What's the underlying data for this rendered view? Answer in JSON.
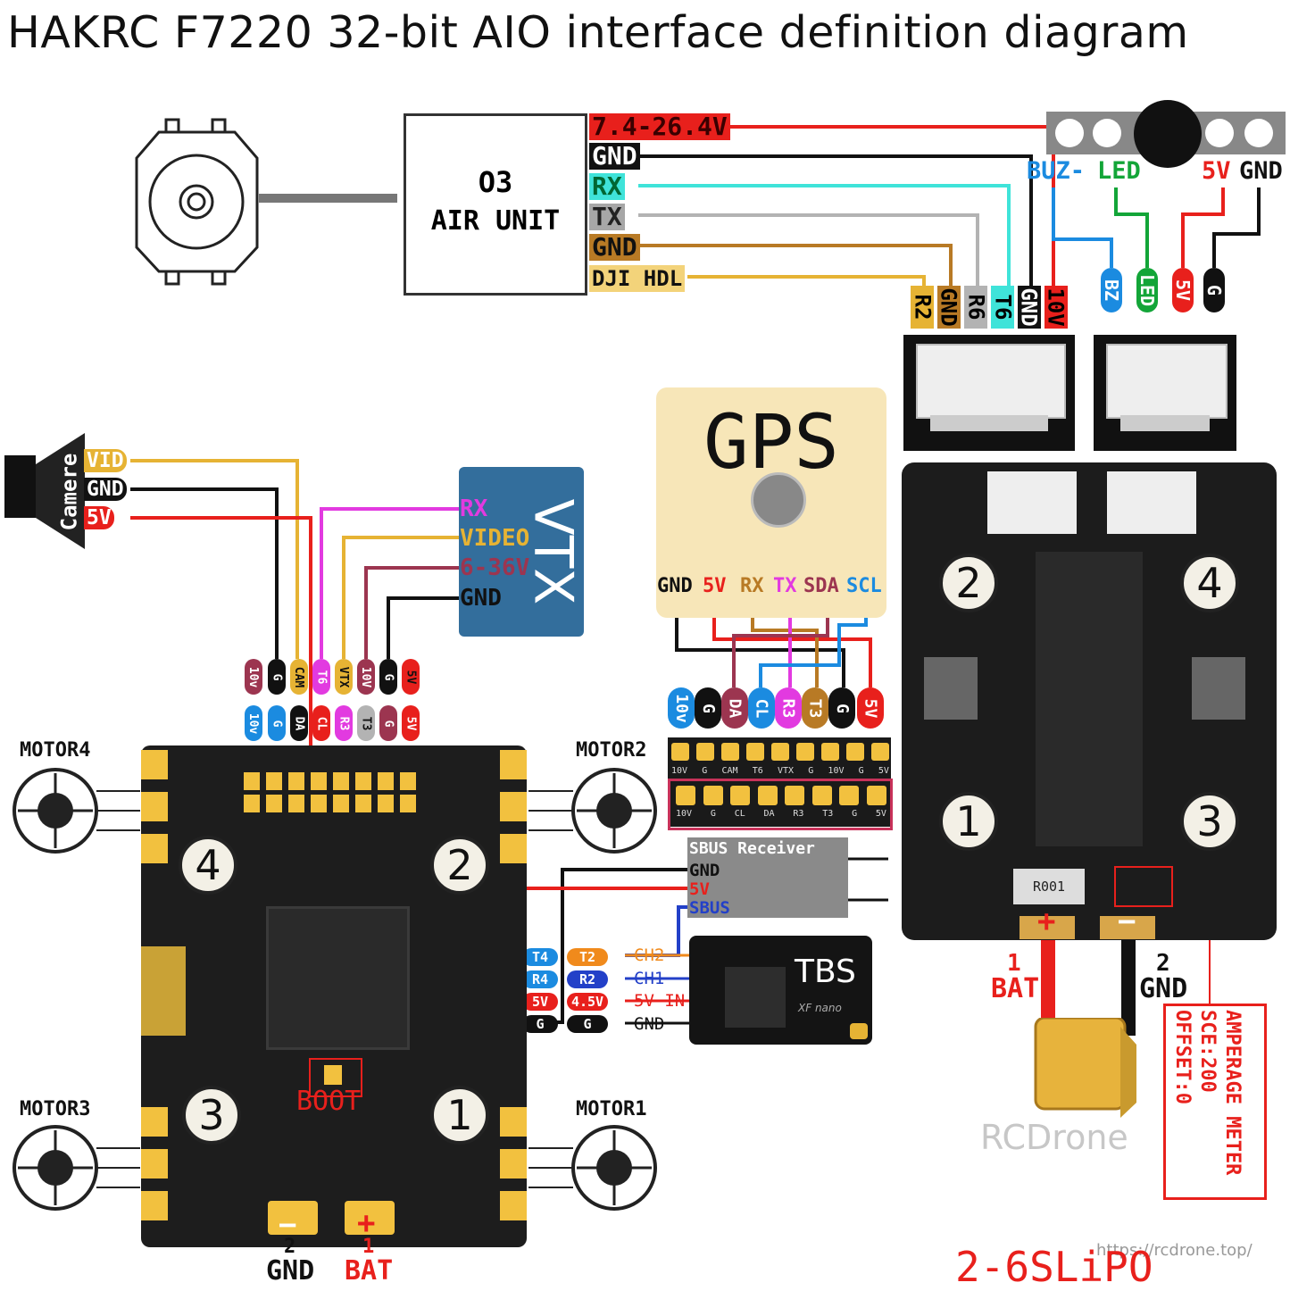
{
  "title": "HAKRC F7220 32-bit AIO interface definition diagram",
  "air_unit": {
    "line1": "O3",
    "line2": "AIR UNIT"
  },
  "air_unit_wires": [
    "7.4-26.4V",
    "GND",
    "RX",
    "TX",
    "GND",
    "DJI HDL"
  ],
  "top_connector_pins": [
    "R2",
    "GND",
    "R6",
    "T6",
    "GND",
    "10V"
  ],
  "buzzer_labels": {
    "buz": "BUZ-",
    "led": "LED",
    "v5": "5V",
    "gnd": "GND"
  },
  "buzzer_connector_pins": [
    "BZ",
    "LED",
    "5V",
    "G"
  ],
  "camera": {
    "label": "Camere",
    "wires": [
      "VID",
      "GND",
      "5V"
    ]
  },
  "vtx": {
    "label": "VTX",
    "wires": [
      "RX",
      "VIDEO",
      "6-36V",
      "GND"
    ]
  },
  "fc_top_pads_row1": [
    "10v",
    "G",
    "CAM",
    "T6",
    "VTX",
    "10V",
    "G",
    "5V"
  ],
  "fc_top_pads_row2": [
    "10v",
    "G",
    "DA",
    "CL",
    "R3",
    "T3",
    "G",
    "5V"
  ],
  "gps": {
    "label": "GPS",
    "pins": [
      "GND",
      "5V",
      "RX",
      "TX",
      "SDA",
      "SCL"
    ]
  },
  "gps_connector_pins": [
    "10v",
    "G",
    "DA",
    "CL",
    "R3",
    "T3",
    "G",
    "5V"
  ],
  "pad_strip_row1": [
    "10V",
    "G",
    "CAM",
    "T6",
    "VTX",
    "G",
    "10V",
    "G",
    "5V"
  ],
  "pad_strip_row2": [
    "10V",
    "G",
    "CL",
    "DA",
    "R3",
    "T3",
    "G",
    "5V"
  ],
  "sbus": {
    "title": "SBUS Receiver",
    "gnd": "GND",
    "v5": "5V",
    "sbus": "SBUS"
  },
  "rx_pads": {
    "left": [
      "T4",
      "R4",
      "5V",
      "G"
    ],
    "right": [
      "T2",
      "R2",
      "4.5V",
      "G"
    ]
  },
  "rx_labels": [
    "CH2",
    "CH1",
    "5V-IN",
    "GND"
  ],
  "tbs": {
    "label": "TBS",
    "sub": "XF nano"
  },
  "motors": [
    "MOTOR4",
    "MOTOR2",
    "MOTOR3",
    "MOTOR1"
  ],
  "motor_numbers": [
    "4",
    "2",
    "3",
    "1"
  ],
  "esc_numbers": [
    "2",
    "4",
    "1",
    "3"
  ],
  "esc_resistor": "R001",
  "boot_label": "BOOT",
  "fc_power": {
    "gnd_num": "2",
    "gnd": "GND",
    "bat_num": "1",
    "bat": "BAT"
  },
  "esc_power": {
    "bat_num": "1",
    "bat": "BAT",
    "gnd_num": "2",
    "gnd": "GND"
  },
  "amperage": {
    "line1": "AMPERAGE METER",
    "line2": "SCE:200",
    "line3": "OFFSET:0"
  },
  "watermark": "RCDrone",
  "url": "https://rcdrone.top/",
  "lipo": "2-6SLiPO",
  "colors": {
    "red": "#e8201c",
    "cyan": "#3fe3d9",
    "gray": "#b3b3b3",
    "gold": "#e6b334",
    "magenta": "#e23ae0",
    "maroon": "#9c3550",
    "blue": "#1b8be0",
    "green": "#13a538",
    "brown": "#b87a25",
    "navy": "#2340c8",
    "orange": "#f08a1c"
  }
}
